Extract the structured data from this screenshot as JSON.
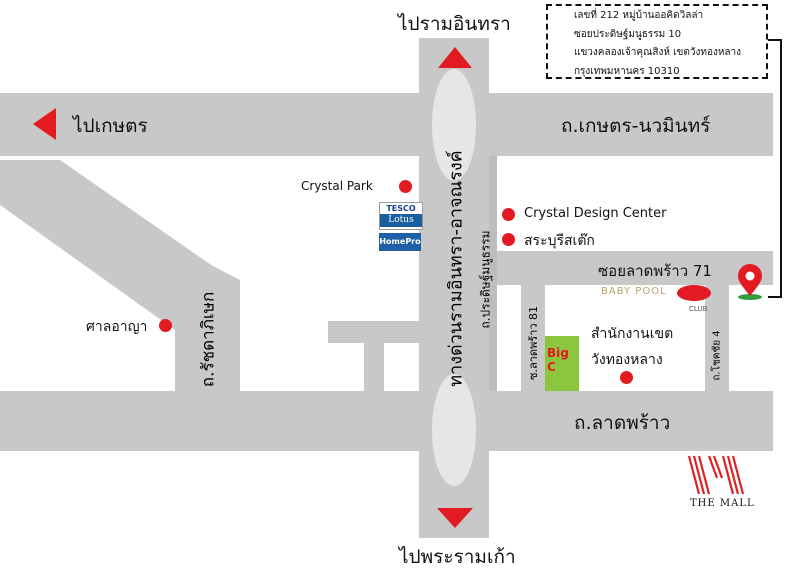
{
  "directions": {
    "north": "ไปรามอินทรา",
    "south": "ไปพระรามเก้า",
    "west": "ไปเกษตร"
  },
  "roads": {
    "kaset_nawamin": "ถ.เกษตร-นวมินทร์",
    "lat_phrao": "ถ.ลาดพร้าว",
    "ram_inthra_expressway": "ทางด่วนรามอินทรา-อาจณรงค์",
    "ratchada": "ถ.รัชดาภิเษก",
    "soi_lat_phrao_71": "ซอยลาดพร้าว 71",
    "soi_lat_phrao_81": "ซ.ลาดพร้าว 81",
    "prasert_manukit": "ถ.ประดิษฐ์มนูธรรม",
    "chok_chai_4": "ถ.โชคชัย 4"
  },
  "landmarks": {
    "crystal_park": "Crystal Park",
    "crystal_design_center": "Crystal Design Center",
    "saraburi": "สระบุรีสเต๊ก",
    "court": "ศาลอาญา",
    "district_office_line1": "สำนักงานเขต",
    "district_office_line2": "วังทองหลาง",
    "tesco_top": "TESCO",
    "tesco_bottom": "Lotus",
    "homepro": "HomePro",
    "bigc": "Big C",
    "baby_pool": "BABY POOL",
    "the_mall": "THE MALL",
    "club": "CLUB"
  },
  "address": {
    "line1": "เลขที่ 212 หมู่บ้านออคิดวิลล่า",
    "line2": "ซอยประดิษฐ์มนูธรรม 10",
    "line3": "แขวงคลองเจ้าคุณสิงห์ เขตวังทองหลาง",
    "line4": "กรุงเทพมหานคร 10310"
  },
  "colors": {
    "road": "#c8c8c8",
    "marker": "#e21b22",
    "arrow": "#e21b22",
    "bigc_green": "#8cc63f"
  }
}
